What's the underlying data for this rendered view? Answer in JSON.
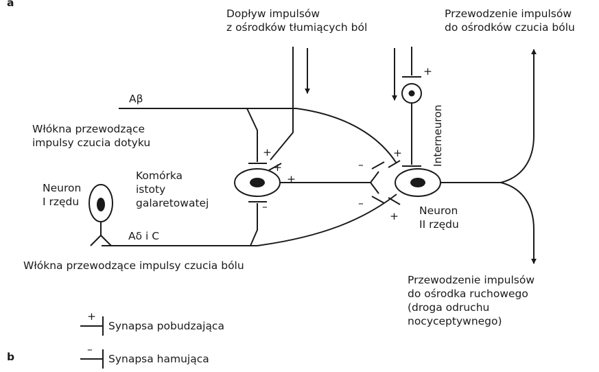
{
  "panel_labels": {
    "a": "a",
    "b": "b"
  },
  "top_left_label": [
    "Dopływ impulsów",
    "z ośrodków tłumiących ból"
  ],
  "top_right_label": [
    "Przewodzenie impulsów",
    "do ośrodków czucia bólu"
  ],
  "fiber_abeta": "Aβ",
  "fiber_adelta_c": "Aδ i C",
  "touch_fibers_label": [
    "Włókna przewodzące",
    "impulsy czucia dotyku"
  ],
  "pain_fibers_label": "Włókna przewodzące impulsy czucia bólu",
  "neuron1_label": [
    "Neuron",
    "I rzędu"
  ],
  "gelatinous_cell_label": [
    "Komórka",
    "istoty",
    "galaretowatej"
  ],
  "interneuron_label": "Interneuron",
  "neuron2_label": [
    "Neuron",
    "II rzędu"
  ],
  "bottom_right_label": [
    "Przewodzenie impulsów",
    "do ośrodka ruchowego",
    "(droga odruchu",
    "nocyceptywnego)"
  ],
  "signs": {
    "plus": "+",
    "minus": "–"
  },
  "legend": {
    "excitatory": {
      "sign": "+",
      "label": "Synapsa pobudzająca"
    },
    "inhibitory": {
      "sign": "–",
      "label": "Synapsa hamująca"
    }
  }
}
